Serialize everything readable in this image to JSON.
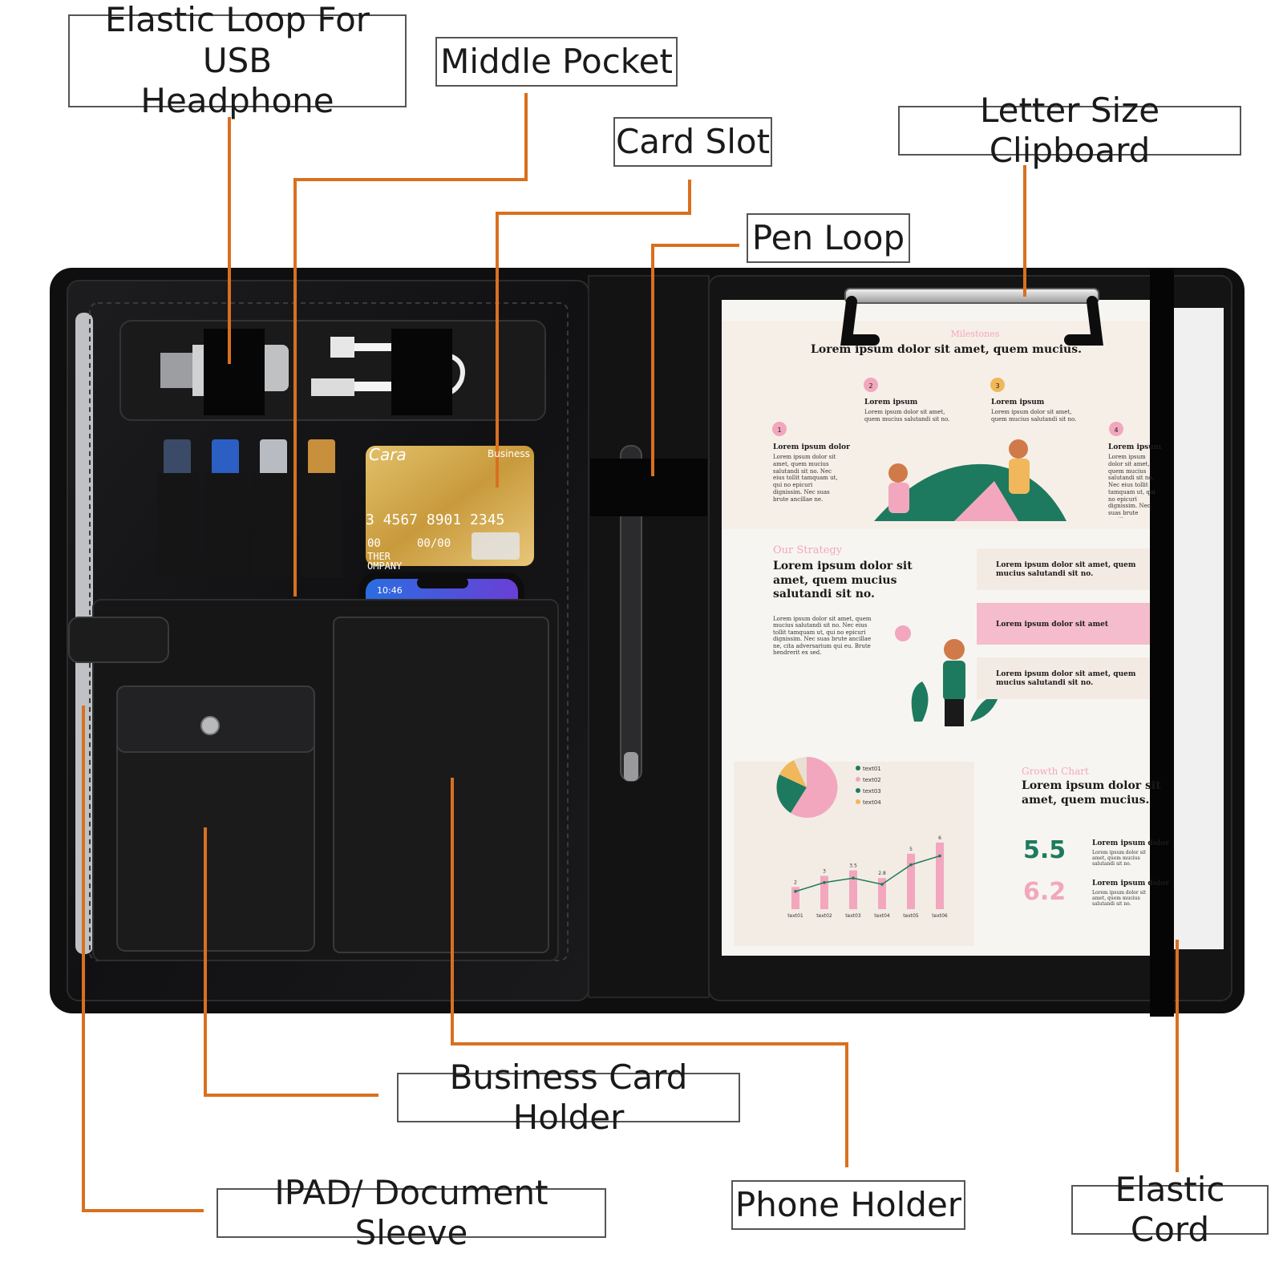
{
  "callouts": {
    "elastic_loop": [
      "Elastic Loop For USB",
      "Headphone"
    ],
    "middle_pocket": "Middle Pocket",
    "card_slot": "Card Slot",
    "pen_loop": "Pen Loop",
    "letter_clipboard": "Letter Size Clipboard",
    "business_card_holder": "Business Card Holder",
    "ipad_sleeve": "IPAD/ Document Sleeve",
    "phone_holder": "Phone Holder",
    "elastic_cord": "Elastic Cord"
  },
  "credit_card": {
    "brand": "Cara",
    "tier": "Business",
    "number": "3 4567 8901 2345",
    "date_left": "00",
    "date_right": "00/00",
    "name_line1": "THER",
    "name_line2": "OMPANY"
  },
  "phone": {
    "time": "10:46"
  },
  "document": {
    "milestones_heading": "Milestones",
    "milestones_title": "Lorem ipsum dolor sit amet, quem mucius.",
    "steps": [
      {
        "num": "1",
        "title": "Lorem ipsum dolor",
        "body": "Lorem ipsum dolor sit amet, quem mucius salutandi sit no. Nec eius tollit tamquam ut, qui no epicuri dignissim. Nec suas brute ancillae ne."
      },
      {
        "num": "2",
        "title": "Lorem ipsum",
        "body": "Lorem ipsum dolor sit amet, quem mucius salutandi sit no."
      },
      {
        "num": "3",
        "title": "Lorem ipsum",
        "body": "Lorem ipsum dolor sit amet, quem mucius salutandi sit no."
      },
      {
        "num": "4",
        "title": "Lorem ipsum",
        "body": "Lorem ipsum dolor sit amet, quem mucius salutandi sit no. Nec eius tollit tamquam ut, qui no epicuri dignissim. Nec suas brute ancillae ne."
      }
    ],
    "strategy_heading": "Our Strategy",
    "strategy_title": "Lorem ipsum dolor sit amet, quem mucius salutandi sit no.",
    "strategy_body": "Lorem ipsum dolor sit amet, quem mucius salutandi sit no. Nec eius tollit tamquam ut, qui no epicuri dignissim. Nec suas brute ancillae ne, cita adversarium qui eu. Brute hendrerit ex sed.",
    "strategy_boxes": [
      "Lorem ipsum dolor sit amet, quem mucius salutandi sit no.",
      "Lorem ipsum dolor sit amet",
      "Lorem ipsum dolor sit amet, quem mucius salutandi sit no."
    ],
    "growth_heading": "Growth Chart",
    "growth_title": "Lorem ipsum dolor sit amet, quem mucius.",
    "stats": [
      {
        "value": "5.5",
        "title": "Lorem ipsum dolor",
        "body": "Lorem ipsum dolor sit amet, quem mucius salutandi sit no."
      },
      {
        "value": "6.2",
        "title": "Lorem ipsum dolor",
        "body": "Lorem ipsum dolor sit amet, quem mucius salutandi sit no."
      }
    ],
    "pie_legend": [
      "text01",
      "text02",
      "text03",
      "text04"
    ],
    "colors": {
      "pink": "#f2a7bf",
      "green": "#1e7a5e",
      "orange": "#f0b85a",
      "callout_line": "#d9701f"
    }
  },
  "chart_data": {
    "type": "bar",
    "categories": [
      "text01",
      "text02",
      "text03",
      "text04",
      "text05",
      "text06"
    ],
    "values": [
      2,
      3,
      3.5,
      2.8,
      5,
      6
    ],
    "data_labels": [
      "2",
      "3",
      "3.5",
      "2.8",
      "5",
      "6"
    ],
    "ylim": [
      0,
      6.5
    ],
    "grid": false
  }
}
